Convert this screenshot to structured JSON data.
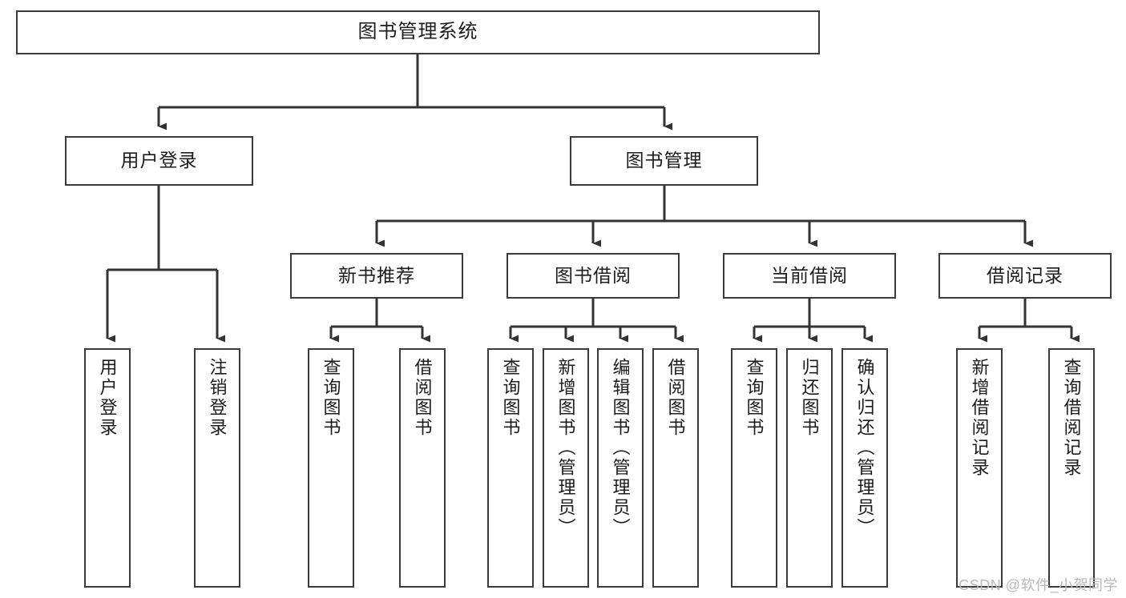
{
  "diagram": {
    "title": "图书管理系统",
    "watermark": "CSDN @软件_小贺同学",
    "colors": {
      "background": "#ffffff",
      "box_border": "#3a3a3a",
      "line": "#333333",
      "text": "#1c1c1c",
      "watermark": "#b9b9b9"
    },
    "root": {
      "label": "图书管理系统"
    },
    "level2": [
      {
        "id": "user-login",
        "label": "用户登录"
      },
      {
        "id": "book-manage",
        "label": "图书管理"
      }
    ],
    "level3": [
      {
        "id": "new-book-recommend",
        "label": "新书推荐"
      },
      {
        "id": "book-borrow",
        "label": "图书借阅"
      },
      {
        "id": "current-borrow",
        "label": "当前借阅"
      },
      {
        "id": "borrow-record",
        "label": "借阅记录"
      }
    ],
    "leaves": [
      {
        "id": "leaf-user-login",
        "parent": "user-login",
        "label": "用户登录"
      },
      {
        "id": "leaf-logout",
        "parent": "user-login",
        "label": "注销登录"
      },
      {
        "id": "leaf-query-book-1",
        "parent": "new-book-recommend",
        "label": "查询图书"
      },
      {
        "id": "leaf-borrow-book-1",
        "parent": "new-book-recommend",
        "label": "借阅图书"
      },
      {
        "id": "leaf-query-book-2",
        "parent": "book-borrow",
        "label": "查询图书"
      },
      {
        "id": "leaf-add-book",
        "parent": "book-borrow",
        "label": "新增图书（管理员）"
      },
      {
        "id": "leaf-edit-book",
        "parent": "book-borrow",
        "label": "编辑图书（管理员）"
      },
      {
        "id": "leaf-borrow-book-2",
        "parent": "book-borrow",
        "label": "借阅图书"
      },
      {
        "id": "leaf-query-book-3",
        "parent": "current-borrow",
        "label": "查询图书"
      },
      {
        "id": "leaf-return-book",
        "parent": "current-borrow",
        "label": "归还图书"
      },
      {
        "id": "leaf-confirm-return",
        "parent": "current-borrow",
        "label": "确认归还（管理员）"
      },
      {
        "id": "leaf-add-record",
        "parent": "borrow-record",
        "label": "新增借阅记录"
      },
      {
        "id": "leaf-query-record",
        "parent": "borrow-record",
        "label": "查询借阅记录"
      }
    ]
  }
}
